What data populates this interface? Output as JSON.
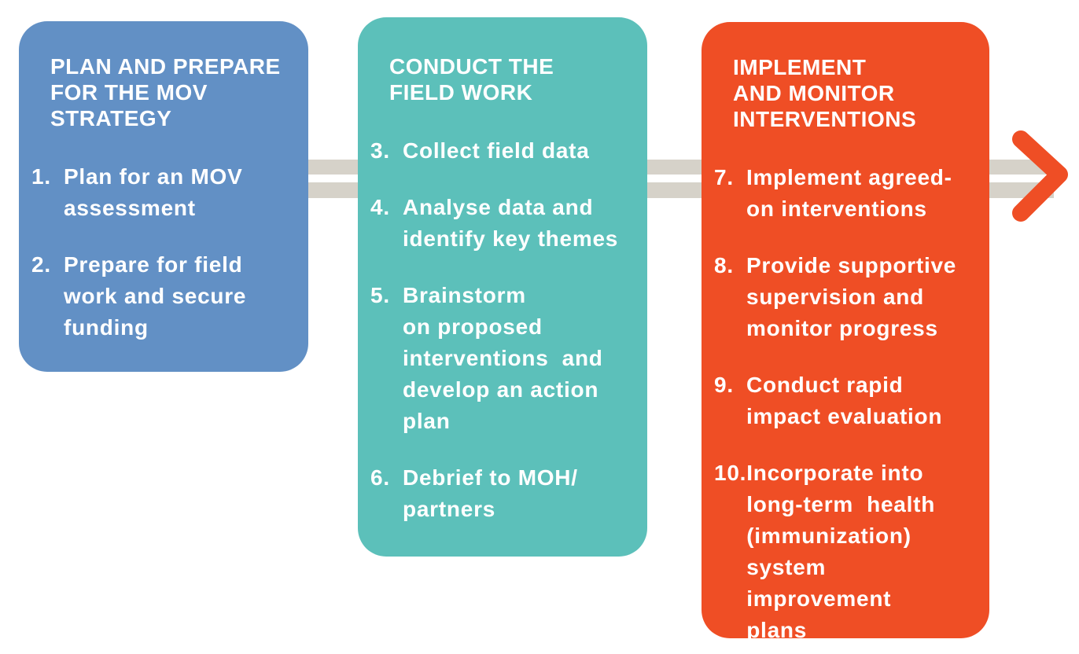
{
  "diagram": {
    "text_color": "#ffffff",
    "connector_color": "#d6d2c9",
    "arrow_color": "#ef4e25",
    "columns": [
      {
        "id": "plan-and-prepare",
        "color": "#6290c5",
        "title": "PLAN AND PREPARE\nFOR THE MOV\nSTRATEGY",
        "items": [
          {
            "num": "1.",
            "text": "Plan for an MOV\nassessment"
          },
          {
            "num": "2.",
            "text": "Prepare for field\nwork and secure\nfunding"
          }
        ]
      },
      {
        "id": "conduct-field-work",
        "color": "#5cc0ba",
        "title": "CONDUCT THE\nFIELD WORK",
        "items": [
          {
            "num": "3.",
            "text": "Collect field data"
          },
          {
            "num": "4.",
            "text": "Analyse data and\nidentify key themes"
          },
          {
            "num": "5.",
            "text": "Brainstorm\non proposed\ninterventions  and\ndevelop an action\nplan"
          },
          {
            "num": "6.",
            "text": "Debrief to MOH/\npartners"
          }
        ]
      },
      {
        "id": "implement-and-monitor",
        "color": "#ef4e25",
        "title": "IMPLEMENT\nAND MONITOR\nINTERVENTIONS",
        "items": [
          {
            "num": "7.",
            "text": "Implement agreed-\non interventions"
          },
          {
            "num": "8.",
            "text": "Provide supportive\nsupervision and\nmonitor progress"
          },
          {
            "num": "9.",
            "text": "Conduct rapid\nimpact evaluation"
          },
          {
            "num": "10.",
            "text": "Incorporate into\nlong-term  health\n(immunization)\nsystem improvement\nplans"
          }
        ]
      }
    ]
  }
}
